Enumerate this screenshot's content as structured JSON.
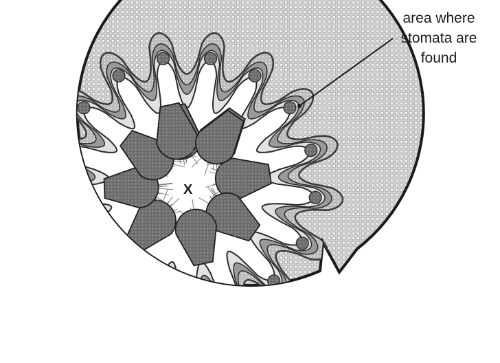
{
  "diagram": {
    "annotation": {
      "lines": [
        "area where",
        "stomata are",
        "found"
      ]
    },
    "center_label": "X"
  },
  "colors": {
    "ink": "#1a1a1a",
    "tissue_light": "#e4e4e4",
    "tissue_mid": "#b4b4b4",
    "tissue_dark": "#585858",
    "cavity": "#ffffff"
  }
}
